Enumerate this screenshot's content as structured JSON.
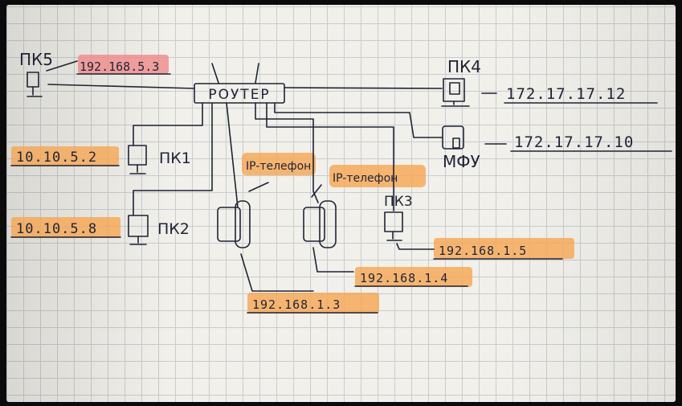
{
  "router": {
    "label": "РОУТЕР"
  },
  "pc5": {
    "name": "ПК5",
    "ip": "192.168.5.3"
  },
  "pc4": {
    "name": "ПК4",
    "ip": "172.17.17.12"
  },
  "mfu": {
    "name": "МФУ",
    "ip": "172.17.17.10"
  },
  "pc1": {
    "name": "ПК1",
    "ip": "10.10.5.2"
  },
  "pc2": {
    "name": "ПК2",
    "ip": "10.10.5.8"
  },
  "phone1": {
    "name": "IP-телефон",
    "ip": "192.168.1.3"
  },
  "phone2": {
    "name": "IP-телефон",
    "ip": "192.168.1.4"
  },
  "pc3": {
    "name": "ПК3",
    "ip": "192.168.1.5"
  },
  "colors": {
    "highlighter": "#f6a652",
    "highlighter_pink": "#ef8a8a",
    "ink": "#1f2335",
    "grid": "#c9ccd0"
  }
}
